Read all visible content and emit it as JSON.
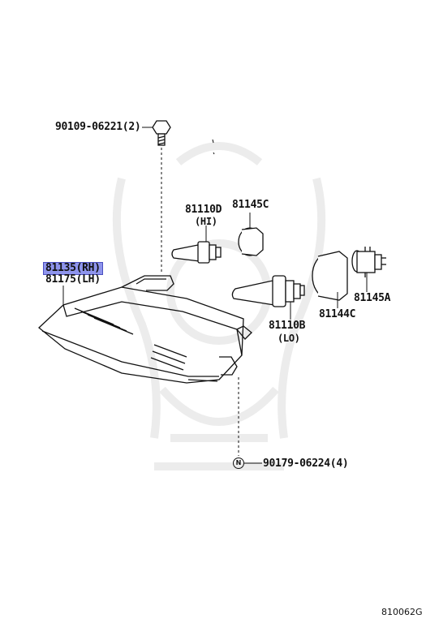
{
  "parts": {
    "bolt_label": "90109-06221(2)",
    "headlamp_rh": "81135(RH)",
    "headlamp_lh": "81175(LH)",
    "bulb_hi_number": "81110D",
    "bulb_hi_note": "(HI)",
    "cap_c_number": "81145C",
    "bulb_lo_number": "81110B",
    "bulb_lo_note": "(LO)",
    "cap_44c_number": "81144C",
    "socket_number": "81145A",
    "nut_badge": "N",
    "nut_label": "90179-06224(4)"
  },
  "footer": {
    "diagram_code": "810062G"
  },
  "colors": {
    "highlight": "#8e94ec",
    "line": "#111111",
    "watermark": "#ececec"
  }
}
